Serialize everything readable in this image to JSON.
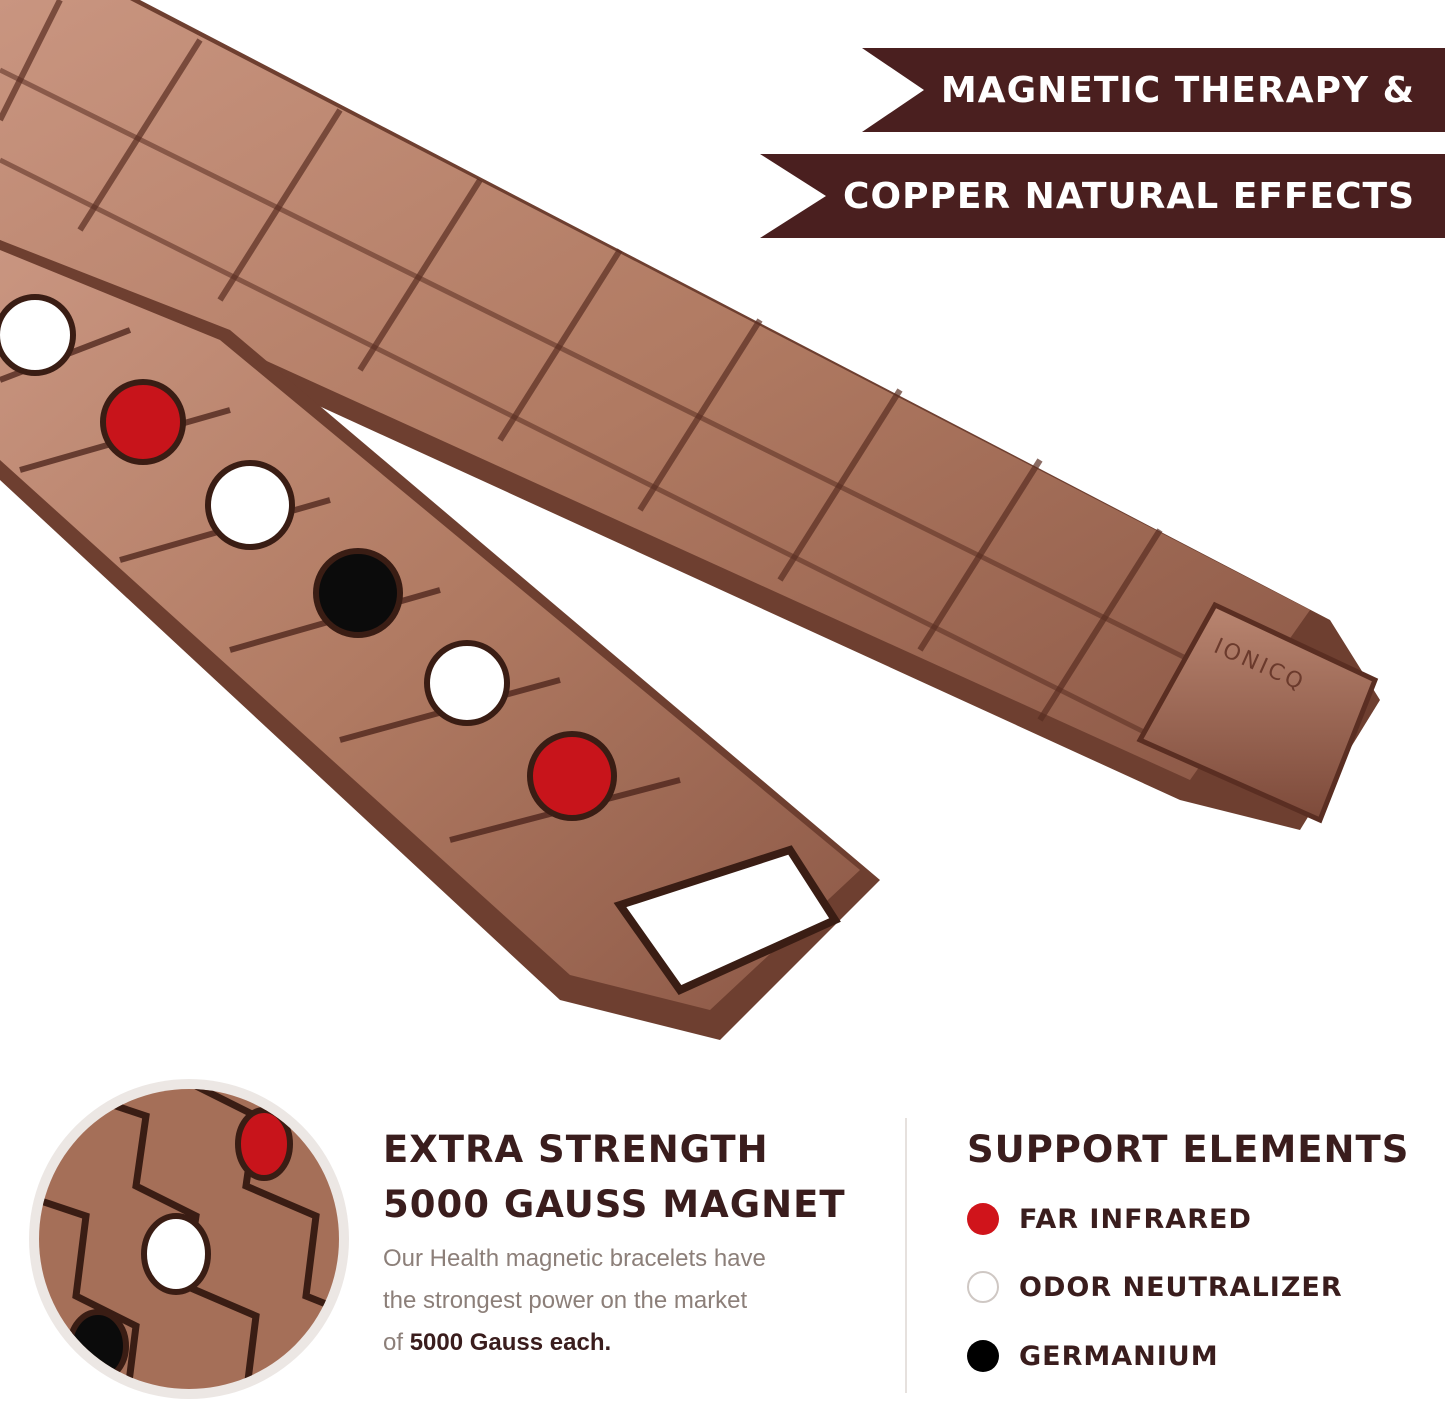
{
  "banners": {
    "line1": "MAGNETIC THERAPY &",
    "line2": "COPPER NATURAL EFFECTS",
    "color": "#4a1f1f"
  },
  "product": {
    "brand_engraving": "IONICQ",
    "copper_color": "#b07a62",
    "copper_dark": "#6e3f30"
  },
  "feature": {
    "title_line1": "EXTRA STRENGTH",
    "title_line2": "5000 GAUSS MAGNET",
    "body_line1": "Our Health magnetic bracelets have",
    "body_line2": "the strongest power on the market",
    "body_line3_prefix": "of ",
    "body_line3_strong": "5000 Gauss each."
  },
  "support": {
    "title": "SUPPORT ELEMENTS",
    "elements": [
      {
        "label": "FAR INFRARED",
        "color": "#d0141b"
      },
      {
        "label": "ODOR NEUTRALIZER",
        "color": "#ffffff"
      },
      {
        "label": "GERMANIUM",
        "color": "#000000"
      }
    ]
  }
}
